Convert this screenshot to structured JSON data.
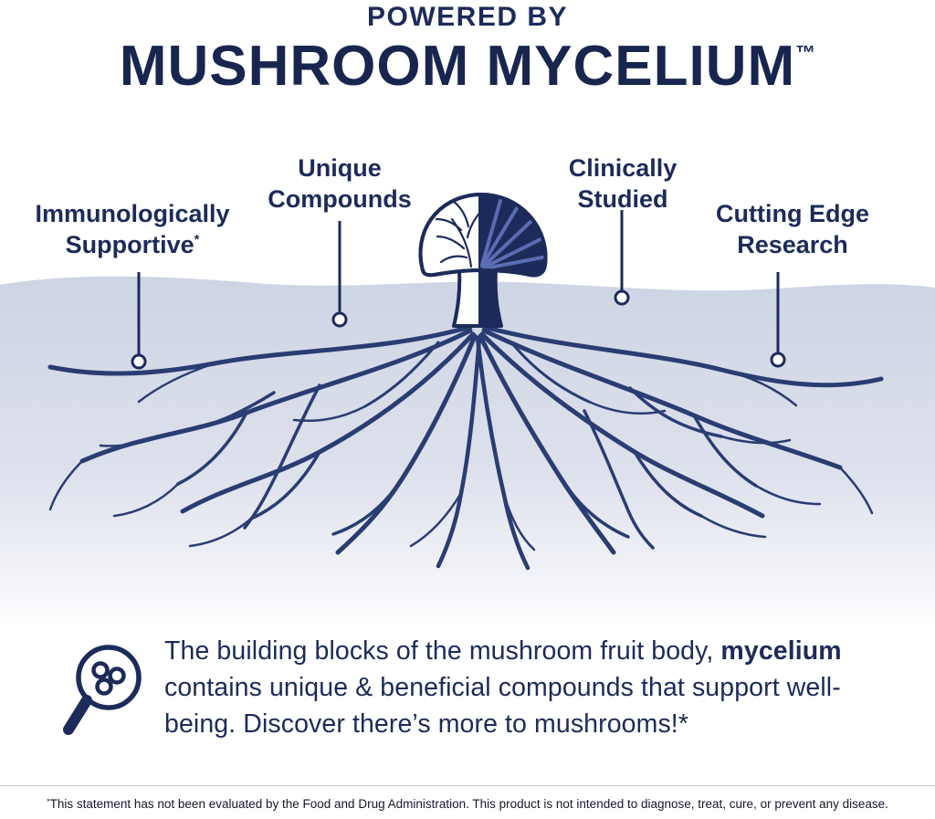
{
  "header": {
    "kicker": "POWERED BY",
    "title": "MUSHROOM MYCELIUM",
    "trademark": "™"
  },
  "callouts": [
    {
      "line1": "Immunologically",
      "line2": "Supportive",
      "superscript": "*"
    },
    {
      "line1": "Unique",
      "line2": "Compounds",
      "superscript": ""
    },
    {
      "line1": "Clinically",
      "line2": "Studied",
      "superscript": ""
    },
    {
      "line1": "Cutting Edge",
      "line2": "Research",
      "superscript": ""
    }
  ],
  "body": {
    "text_before_bold": "The building blocks of the mushroom fruit body, ",
    "bold_word": "mycelium",
    "text_after_bold": " contains unique & beneficial compounds that support well-being. Discover there’s more to mushrooms!*"
  },
  "icons": {
    "magnifier": "magnifier-molecule-icon",
    "mushroom": "mushroom-mycelium-illustration"
  },
  "footer": {
    "disclaimer_mark": "*",
    "disclaimer": "This statement has not been evaluated by the Food and Drug Administration. This product is not intended to diagnose, treat, cure, or prevent any disease."
  },
  "colors": {
    "navy": "#1c2b5a",
    "root_blue": "#2a3d72",
    "ground_top": "#cdd4e3",
    "accent_blue": "#5a6db3"
  }
}
